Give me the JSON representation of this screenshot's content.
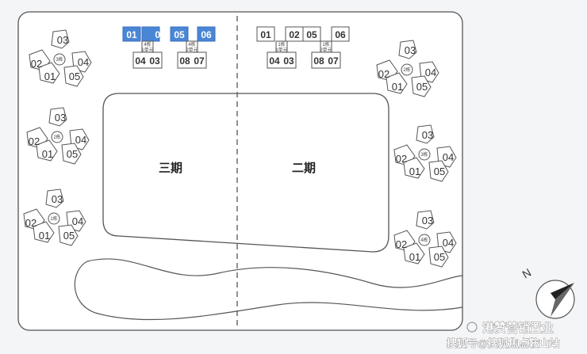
{
  "map": {
    "phase_left": "三期",
    "phase_right": "二期",
    "north_label": "N",
    "highlight_color": "#4a86d6",
    "line_color": "#555555"
  },
  "clusters": [
    {
      "id": "L1",
      "top": "03",
      "left": "02",
      "bottom_left": "01",
      "right": "04",
      "bottom_right": "05",
      "hub": "3栋"
    },
    {
      "id": "L2",
      "top": "03",
      "left": "02",
      "bottom_left": "01",
      "right": "04",
      "bottom_right": "05",
      "hub": "2栋"
    },
    {
      "id": "L3",
      "top": "03",
      "left": "02",
      "bottom_left": "01",
      "right": "04",
      "bottom_right": "05",
      "hub": "1栋"
    },
    {
      "id": "R1",
      "top": "03",
      "left": "02",
      "bottom_left": "01",
      "right": "04",
      "bottom_right": "05",
      "hub": "2栋"
    },
    {
      "id": "R2",
      "top": "03",
      "left": "02",
      "bottom_left": "01",
      "right": "04",
      "bottom_right": "05",
      "hub": "3栋"
    },
    {
      "id": "R3",
      "top": "03",
      "left": "02",
      "bottom_left": "01",
      "right": "04",
      "bottom_right": "05",
      "hub": "4栋"
    }
  ],
  "blocks": [
    {
      "id": "TL",
      "top": [
        "01",
        "02",
        "05",
        "06"
      ],
      "bottom": [
        "04",
        "03",
        "08",
        "07"
      ],
      "hub1": "4栋",
      "hub1b": "1单元",
      "hub2": "4栋",
      "hub2b": "2单元",
      "highlight": true
    },
    {
      "id": "TR",
      "top": [
        "01",
        "02",
        "05",
        "06"
      ],
      "bottom": [
        "04",
        "03",
        "08",
        "07"
      ],
      "hub1": "1栋",
      "hub1b": "1单元",
      "hub2": "1栋",
      "hub2b": "2单元",
      "highlight": false
    }
  ],
  "watermark": {
    "line1": "港赞营销置业",
    "line2": "搜狐号@搜狐焦点鞍山站"
  }
}
